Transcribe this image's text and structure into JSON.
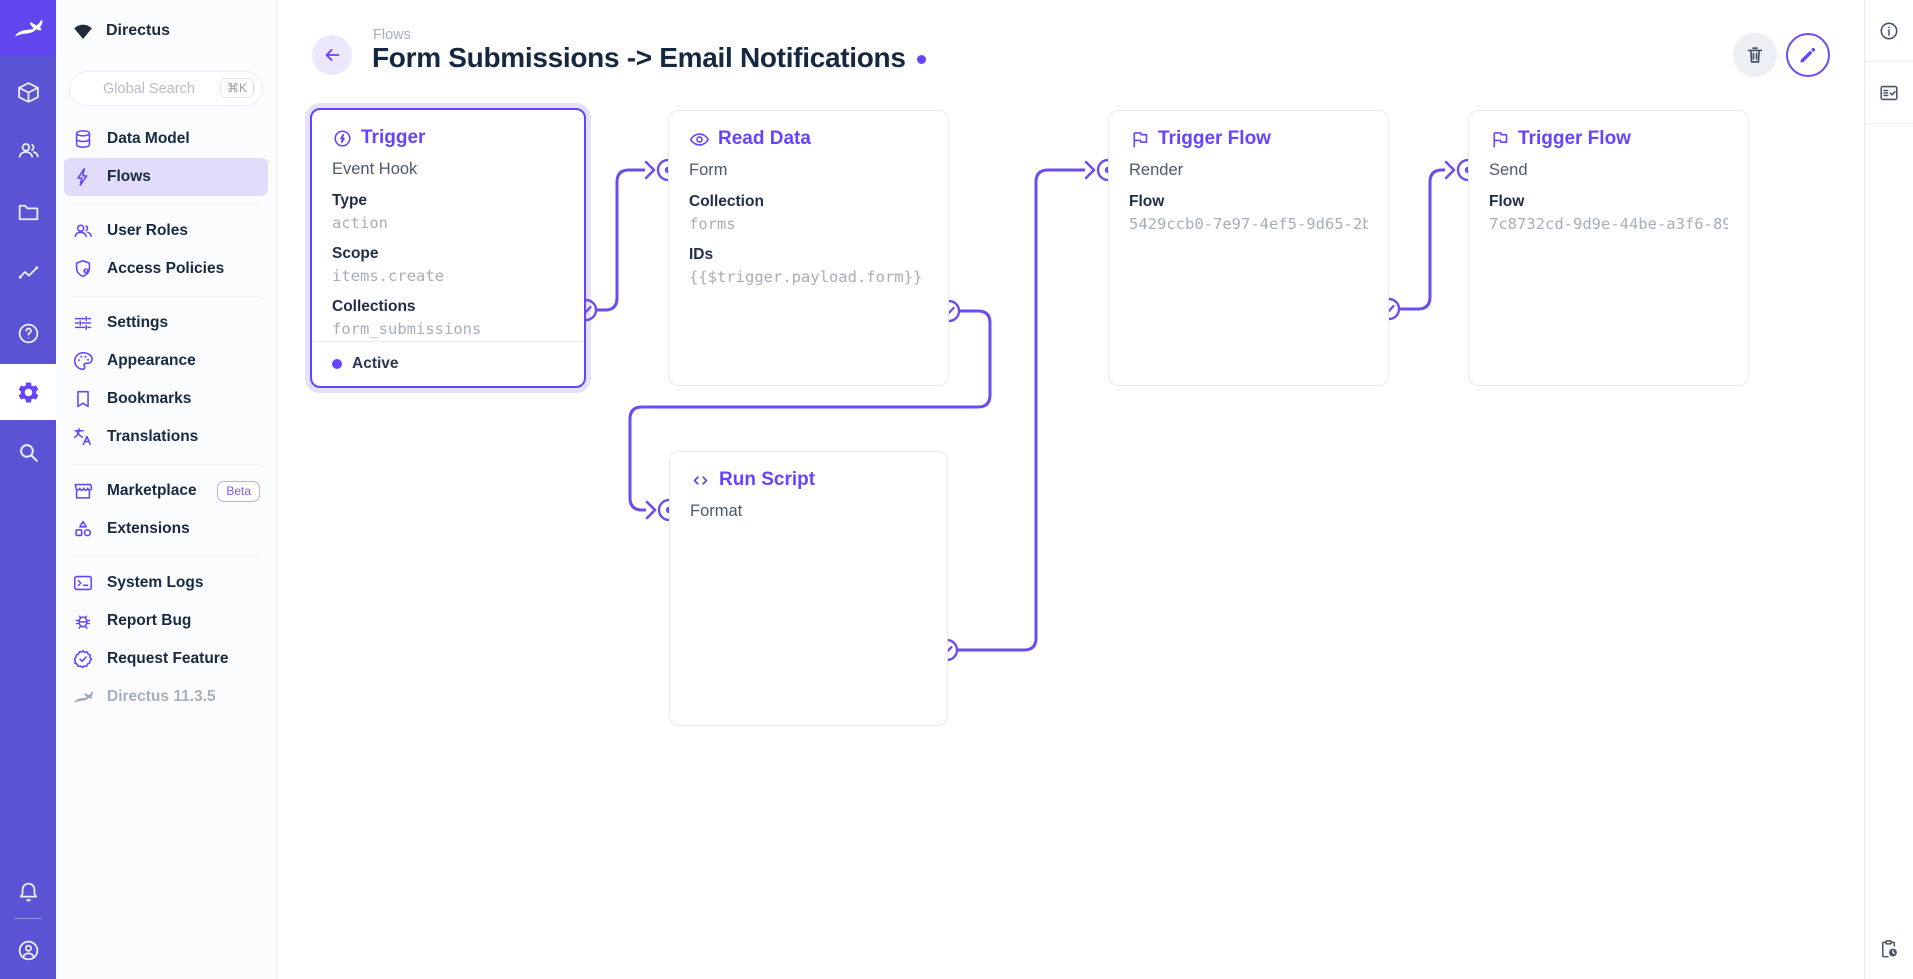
{
  "app": {
    "project_name": "Directus"
  },
  "colors": {
    "accent": "#6644ff",
    "rail_background": "#5a54d4",
    "logo_tile_background": "#6246ee",
    "active_nav_background": "#e2dcfb",
    "title_text": "#152840",
    "mono_value_text": "#a6aeba"
  },
  "sidebar": {
    "search": {
      "placeholder": "Global Search",
      "shortcut": "⌘K"
    },
    "sections": [
      {
        "items": [
          {
            "label": "Data Model"
          },
          {
            "label": "Flows"
          }
        ]
      },
      {
        "items": [
          {
            "label": "User Roles"
          },
          {
            "label": "Access Policies"
          }
        ]
      },
      {
        "items": [
          {
            "label": "Settings"
          },
          {
            "label": "Appearance"
          },
          {
            "label": "Bookmarks"
          },
          {
            "label": "Translations"
          }
        ]
      },
      {
        "items": [
          {
            "label": "Marketplace",
            "badge": "Beta"
          },
          {
            "label": "Extensions"
          }
        ]
      },
      {
        "items": [
          {
            "label": "System Logs"
          },
          {
            "label": "Report Bug"
          },
          {
            "label": "Request Feature"
          }
        ]
      }
    ],
    "version": "Directus 11.3.5"
  },
  "header": {
    "breadcrumb": "Flows",
    "title": "Form Submissions -> Email Notifications"
  },
  "flow": {
    "panels": [
      {
        "title": "Trigger",
        "name": "Event Hook",
        "fields": [
          {
            "label": "Type",
            "value": "action"
          },
          {
            "label": "Scope",
            "value": "items.create"
          },
          {
            "label": "Collections",
            "value": "form_submissions"
          }
        ],
        "status": "Active"
      },
      {
        "title": "Read Data",
        "name": "Form",
        "fields": [
          {
            "label": "Collection",
            "value": "forms"
          },
          {
            "label": "IDs",
            "value": "{{$trigger.payload.form}}"
          }
        ]
      },
      {
        "title": "Trigger Flow",
        "name": "Render",
        "fields": [
          {
            "label": "Flow",
            "value": "5429ccb0-7e97-4ef5-9d65-2b…"
          }
        ]
      },
      {
        "title": "Trigger Flow",
        "name": "Send",
        "fields": [
          {
            "label": "Flow",
            "value": "7c8732cd-9d9e-44be-a3f6-89…"
          }
        ]
      },
      {
        "title": "Run Script",
        "name": "Format",
        "fields": []
      }
    ]
  }
}
